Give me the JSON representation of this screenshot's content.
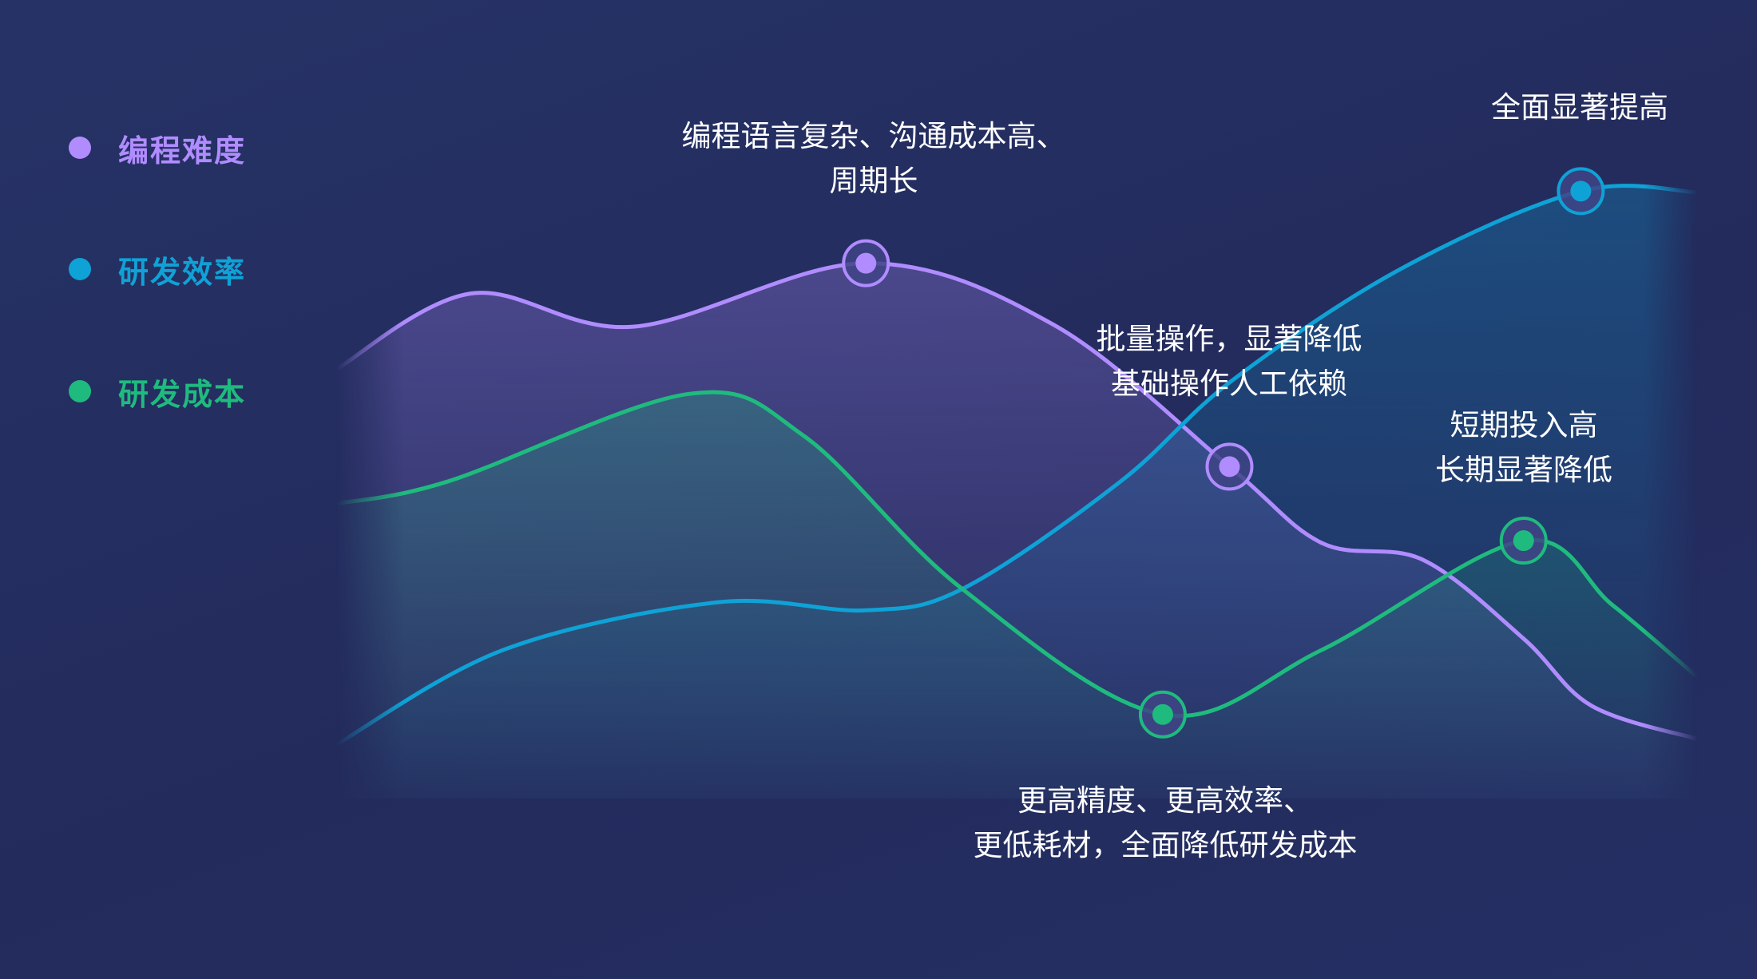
{
  "legend": [
    {
      "label": "编程难度",
      "color": "#b08cff"
    },
    {
      "label": "研发效率",
      "color": "#0fa2d6"
    },
    {
      "label": "研发成本",
      "color": "#1fbb7e"
    }
  ],
  "annotations": {
    "difficulty_peak": [
      "编程语言复杂、沟通成本高、",
      "周期长"
    ],
    "efficiency_top": [
      "全面显著提高"
    ],
    "difficulty_drop": [
      "批量操作，显著降低",
      "基础操作人工依赖"
    ],
    "cost_rise": [
      "短期投入高",
      "长期显著降低"
    ],
    "cost_low": [
      "更高精度、更高效率、",
      "更低耗材，全面降低研发成本"
    ]
  },
  "chart_data": {
    "type": "line",
    "title": "",
    "xlabel": "",
    "ylabel": "",
    "xlim": [
      0,
      100
    ],
    "ylim": [
      0,
      100
    ],
    "grid": false,
    "legend_position": "left",
    "series": [
      {
        "name": "编程难度",
        "color": "#b08cff",
        "x": [
          0,
          9.9,
          21.8,
          38.9,
          52.7,
          65.6,
          72.4,
          79.8,
          87.2,
          92.2,
          100
        ],
        "y": [
          67.3,
          79.6,
          74.2,
          84.5,
          74.5,
          51.5,
          39.1,
          36.4,
          23.6,
          12.7,
          7.3
        ],
        "markers": [
          3,
          5
        ]
      },
      {
        "name": "研发效率",
        "color": "#0fa2d6",
        "x": [
          0,
          12.3,
          28.0,
          38.9,
          46.1,
          57.6,
          65.8,
          78.2,
          91.4,
          100
        ],
        "y": [
          6.4,
          21.8,
          29.5,
          28.2,
          31.8,
          49.1,
          65.5,
          83.6,
          96.2,
          96.0
        ],
        "markers": [
          8
        ]
      },
      {
        "name": "研发成本",
        "color": "#1fbb7e",
        "x": [
          0,
          8.2,
          25.9,
          34.4,
          45.9,
          60.7,
          72.4,
          87.2,
          93.7,
          100
        ],
        "y": [
          45.5,
          49.1,
          63.3,
          56.4,
          31.8,
          11.3,
          21.8,
          39.5,
          29.1,
          17.3
        ],
        "markers": [
          5,
          7
        ]
      }
    ]
  }
}
